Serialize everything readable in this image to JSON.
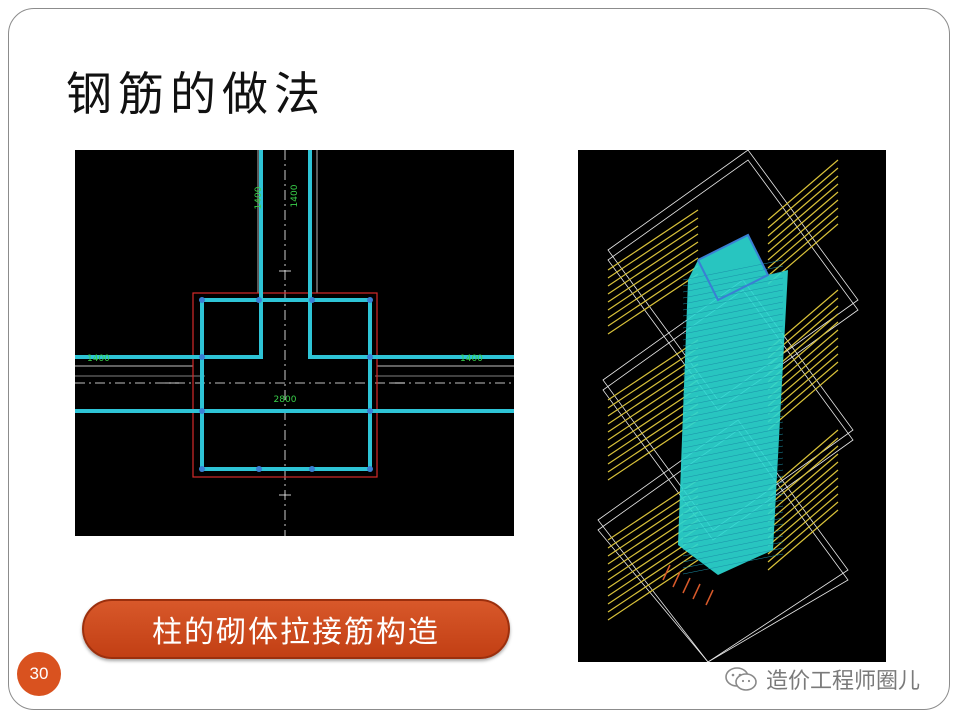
{
  "slide": {
    "title": "钢筋的做法",
    "caption": "柱的砌体拉接筋构造",
    "page_number": "30",
    "watermark": "造价工程师圈儿"
  },
  "plan_drawing": {
    "dim_top_left": "1400",
    "dim_top_right": "1400",
    "dim_left": "1400",
    "dim_right": "1400",
    "dim_center": "2800"
  },
  "colors": {
    "accent": "#d4501f",
    "rebar": "#2ec4d6",
    "dimension": "#39d04a",
    "column_outline": "#d62a2a"
  },
  "icons": {
    "wechat": "wechat-icon"
  }
}
